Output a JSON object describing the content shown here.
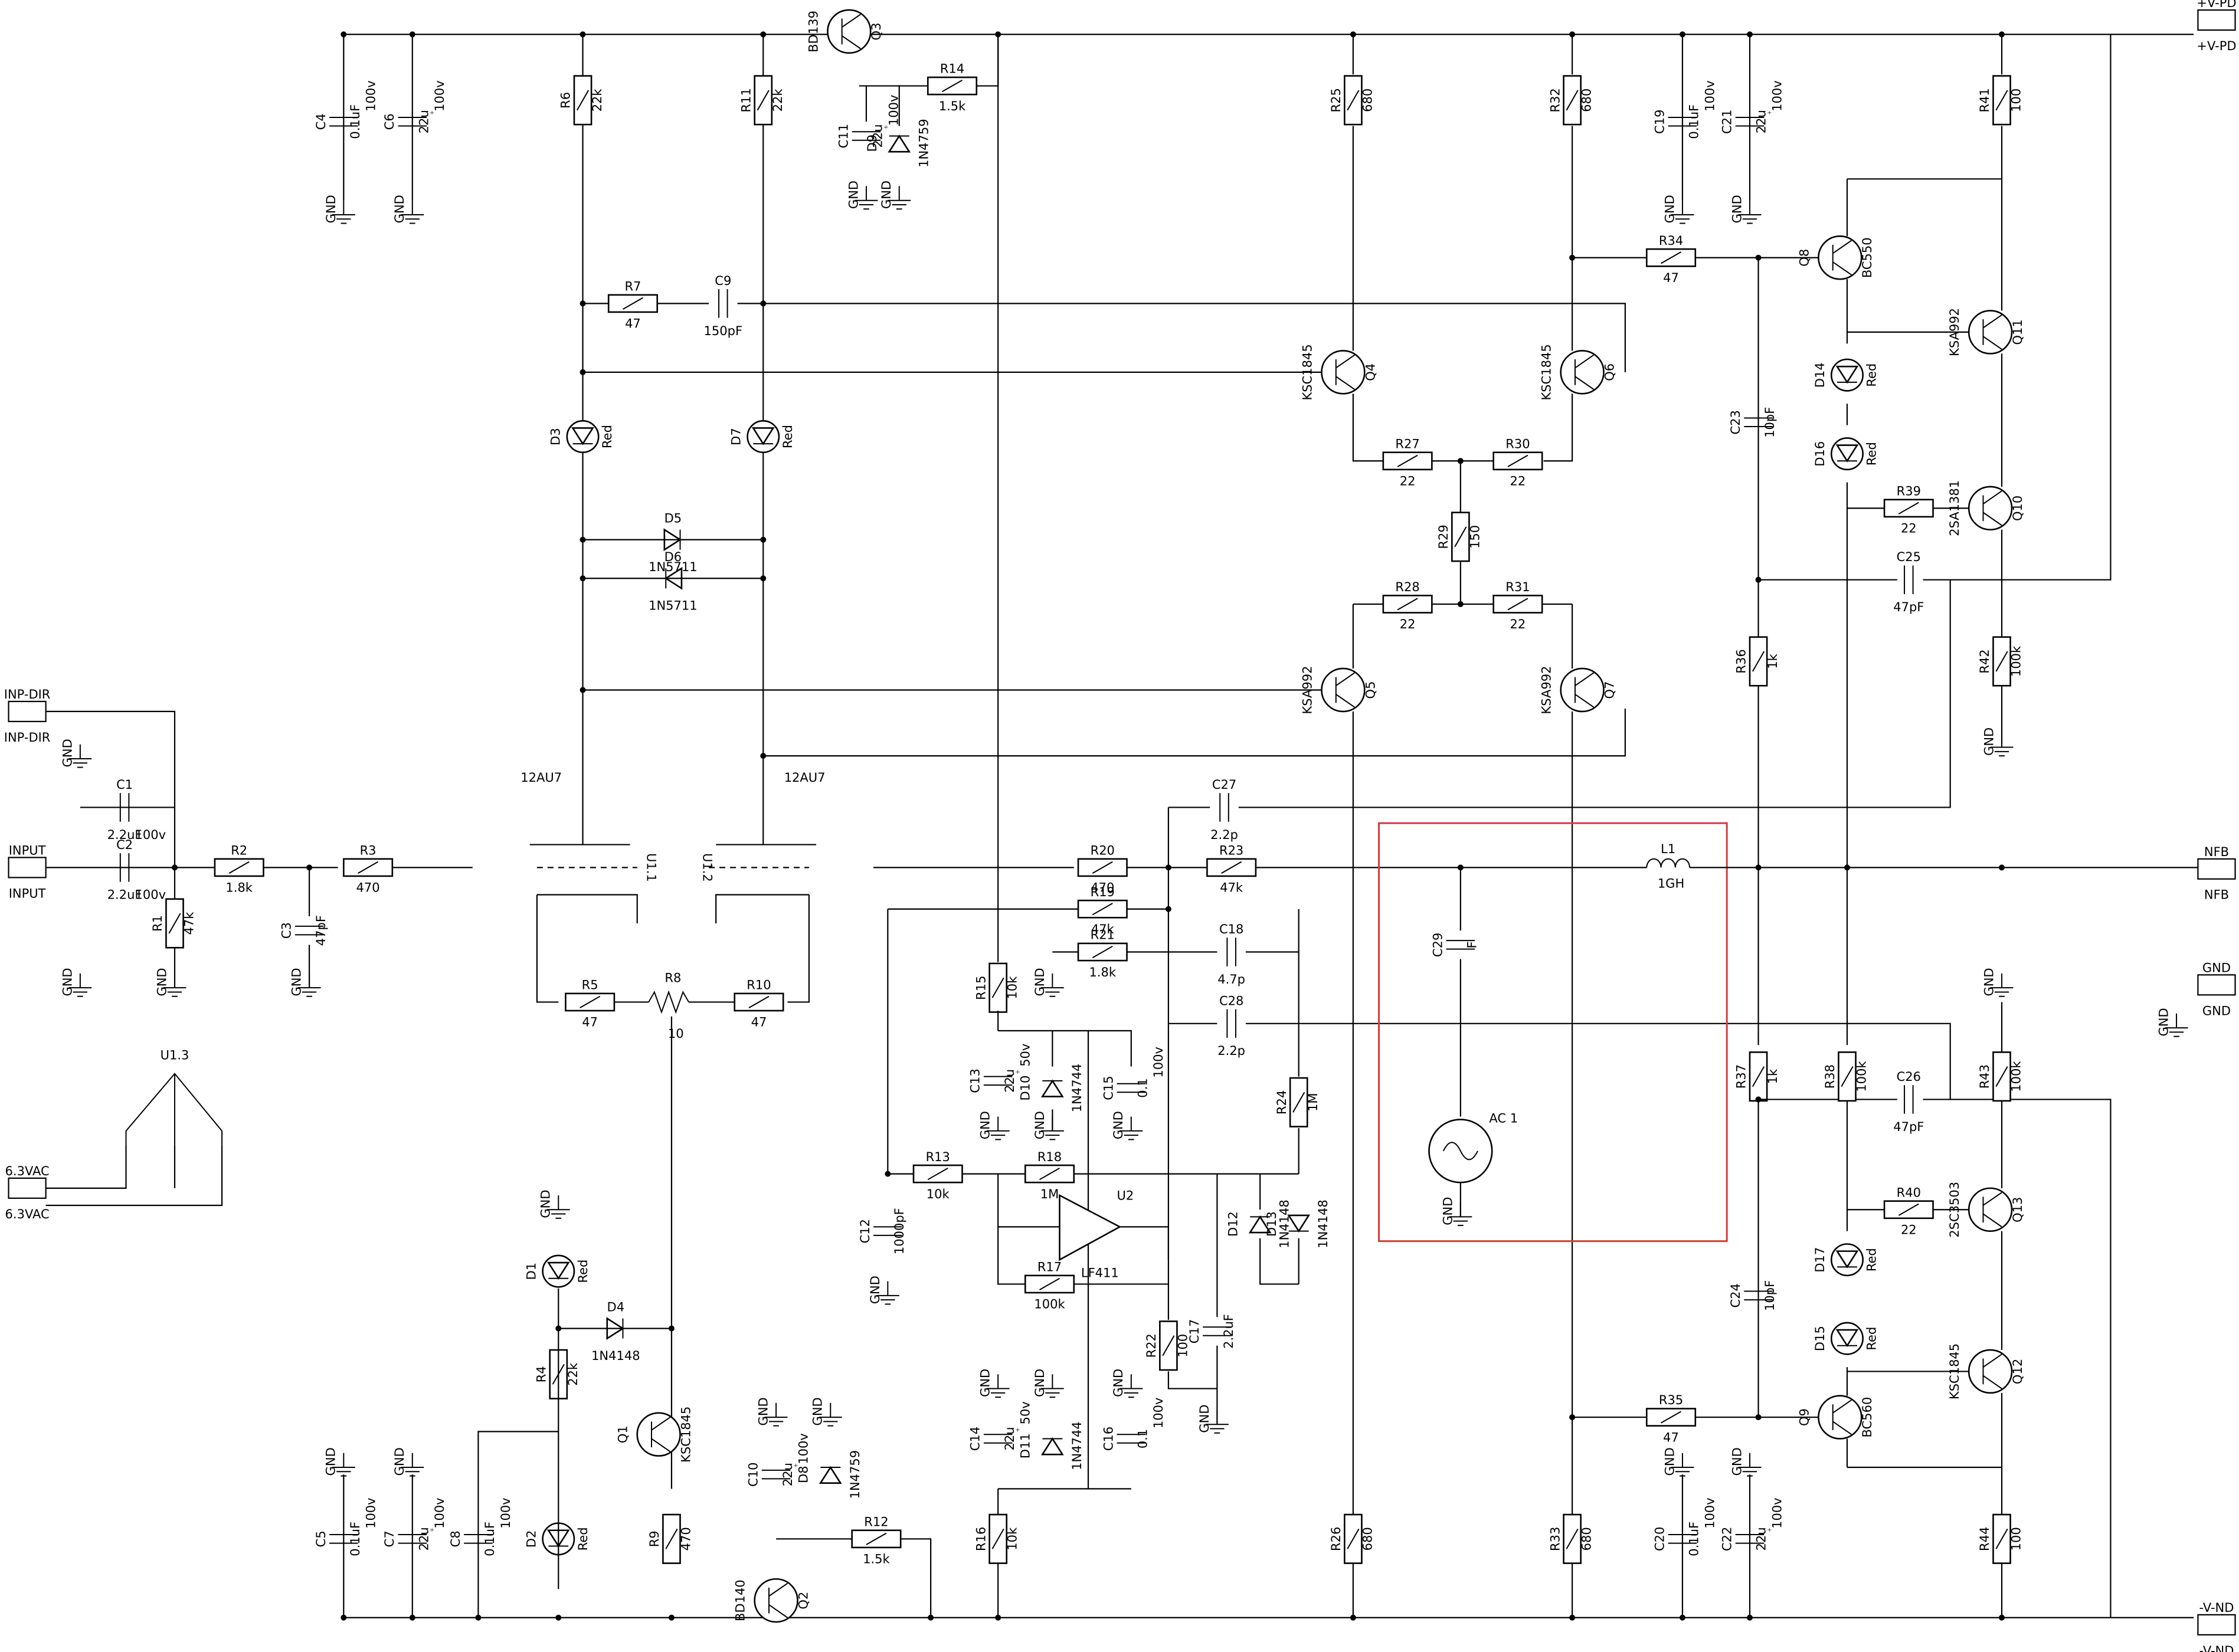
{
  "ports": [
    {
      "id": "vpd",
      "name": "+V-PD",
      "name2": "+V-PD"
    },
    {
      "id": "vnd",
      "name": "-V-ND",
      "name2": "-V-ND"
    },
    {
      "id": "nfb",
      "name": "NFB",
      "name2": "NFB"
    },
    {
      "id": "gnd",
      "name": "GND",
      "name2": "GND"
    },
    {
      "id": "inpdir",
      "name": "INP-DIR",
      "name2": "INP-DIR"
    },
    {
      "id": "input",
      "name": "INPUT",
      "name2": "INPUT"
    },
    {
      "id": "vac",
      "name": "6.3VAC",
      "name2": "6.3VAC"
    }
  ],
  "resistors": [
    {
      "ref": "R1",
      "value": "47k"
    },
    {
      "ref": "R2",
      "value": "1.8k"
    },
    {
      "ref": "R3",
      "value": "470"
    },
    {
      "ref": "R4",
      "value": "22k"
    },
    {
      "ref": "R5",
      "value": "47"
    },
    {
      "ref": "R6",
      "value": "22k"
    },
    {
      "ref": "R7",
      "value": "47"
    },
    {
      "ref": "R8",
      "value": "10"
    },
    {
      "ref": "R9",
      "value": "470"
    },
    {
      "ref": "R10",
      "value": "47"
    },
    {
      "ref": "R11",
      "value": "22k"
    },
    {
      "ref": "R12",
      "value": "1.5k"
    },
    {
      "ref": "R13",
      "value": "10k"
    },
    {
      "ref": "R14",
      "value": "1.5k"
    },
    {
      "ref": "R15",
      "value": "10k"
    },
    {
      "ref": "R16",
      "value": "10k"
    },
    {
      "ref": "R17",
      "value": "100k"
    },
    {
      "ref": "R18",
      "value": "1M"
    },
    {
      "ref": "R19",
      "value": "47k"
    },
    {
      "ref": "R20",
      "value": "470"
    },
    {
      "ref": "R21",
      "value": "1.8k"
    },
    {
      "ref": "R22",
      "value": "100"
    },
    {
      "ref": "R23",
      "value": "47k"
    },
    {
      "ref": "R24",
      "value": "1M"
    },
    {
      "ref": "R25",
      "value": "680"
    },
    {
      "ref": "R26",
      "value": "680"
    },
    {
      "ref": "R27",
      "value": "22"
    },
    {
      "ref": "R28",
      "value": "22"
    },
    {
      "ref": "R29",
      "value": "150"
    },
    {
      "ref": "R30",
      "value": "22"
    },
    {
      "ref": "R31",
      "value": "22"
    },
    {
      "ref": "R32",
      "value": "680"
    },
    {
      "ref": "R33",
      "value": "680"
    },
    {
      "ref": "R34",
      "value": "47"
    },
    {
      "ref": "R35",
      "value": "47"
    },
    {
      "ref": "R36",
      "value": "1k"
    },
    {
      "ref": "R37",
      "value": "1k"
    },
    {
      "ref": "R38",
      "value": "100k"
    },
    {
      "ref": "R39",
      "value": "22"
    },
    {
      "ref": "R40",
      "value": "22"
    },
    {
      "ref": "R41",
      "value": "100"
    },
    {
      "ref": "R42",
      "value": "100k"
    },
    {
      "ref": "R43",
      "value": "100k"
    },
    {
      "ref": "R44",
      "value": "100"
    }
  ],
  "capacitors": [
    {
      "ref": "C1",
      "value": "2.2uF",
      "rating": "100v"
    },
    {
      "ref": "C2",
      "value": "2.2uF",
      "rating": "100v"
    },
    {
      "ref": "C3",
      "value": "47pF"
    },
    {
      "ref": "C4",
      "value": "0.1uF",
      "rating": "100v"
    },
    {
      "ref": "C5",
      "value": "0.1uF",
      "rating": "100v"
    },
    {
      "ref": "C6",
      "value": "22u",
      "rating": "100v"
    },
    {
      "ref": "C7",
      "value": "22u",
      "rating": "100v"
    },
    {
      "ref": "C8",
      "value": "0.1uF",
      "rating": "100v"
    },
    {
      "ref": "C9",
      "value": "150pF"
    },
    {
      "ref": "C10",
      "value": "22u",
      "rating": "100v"
    },
    {
      "ref": "C11",
      "value": "22u",
      "rating": "100v"
    },
    {
      "ref": "C12",
      "value": "1000pF"
    },
    {
      "ref": "C13",
      "value": "22u",
      "rating": "50v"
    },
    {
      "ref": "C14",
      "value": "22u",
      "rating": "50v"
    },
    {
      "ref": "C15",
      "value": "0.1",
      "rating": "100v"
    },
    {
      "ref": "C16",
      "value": "0.1",
      "rating": "100v"
    },
    {
      "ref": "C17",
      "value": "2.2uF"
    },
    {
      "ref": "C18",
      "value": "4.7p"
    },
    {
      "ref": "C19",
      "value": "0.1uF",
      "rating": "100v"
    },
    {
      "ref": "C20",
      "value": "0.1uF",
      "rating": "100v"
    },
    {
      "ref": "C21",
      "value": "22u",
      "rating": "100v"
    },
    {
      "ref": "C22",
      "value": "22u",
      "rating": "100v"
    },
    {
      "ref": "C23",
      "value": "10pF"
    },
    {
      "ref": "C24",
      "value": "10pF"
    },
    {
      "ref": "C25",
      "value": "47pF"
    },
    {
      "ref": "C26",
      "value": "47pF"
    },
    {
      "ref": "C27",
      "value": "2.2p"
    },
    {
      "ref": "C28",
      "value": "2.2p"
    },
    {
      "ref": "C29",
      "value": "F"
    }
  ],
  "transistors": [
    {
      "ref": "Q1",
      "part": "KSC1845"
    },
    {
      "ref": "Q2",
      "part": "BD140"
    },
    {
      "ref": "Q3",
      "part": "BD139"
    },
    {
      "ref": "Q4",
      "part": "KSC1845"
    },
    {
      "ref": "Q5",
      "part": "KSA992"
    },
    {
      "ref": "Q6",
      "part": "KSC1845"
    },
    {
      "ref": "Q7",
      "part": "KSA992"
    },
    {
      "ref": "Q8",
      "part": "BC550"
    },
    {
      "ref": "Q9",
      "part": "BC560"
    },
    {
      "ref": "Q10",
      "part": "2SA1381"
    },
    {
      "ref": "Q11",
      "part": "KSA992"
    },
    {
      "ref": "Q12",
      "part": "KSC1845"
    },
    {
      "ref": "Q13",
      "part": "2SC3503"
    }
  ],
  "diodes": [
    {
      "ref": "D1",
      "part": "Red"
    },
    {
      "ref": "D2",
      "part": "Red"
    },
    {
      "ref": "D3",
      "part": "Red"
    },
    {
      "ref": "D4",
      "part": "1N4148"
    },
    {
      "ref": "D5",
      "part": "1N5711"
    },
    {
      "ref": "D6",
      "part": "1N5711"
    },
    {
      "ref": "D7",
      "part": "Red"
    },
    {
      "ref": "D8",
      "part": "1N4759"
    },
    {
      "ref": "D9",
      "part": "1N4759"
    },
    {
      "ref": "D10",
      "part": "1N4744"
    },
    {
      "ref": "D11",
      "part": "1N4744"
    },
    {
      "ref": "D12",
      "part": "1N4148"
    },
    {
      "ref": "D13",
      "part": "1N4148"
    },
    {
      "ref": "D14",
      "part": "Red"
    },
    {
      "ref": "D15",
      "part": "Red"
    },
    {
      "ref": "D16",
      "part": "Red"
    },
    {
      "ref": "D17",
      "part": "Red"
    }
  ],
  "ics": {
    "tube_a": "U1.1",
    "tube_b": "U1.2",
    "tube_heater": "U1.3",
    "tube_part": "12AU7",
    "opamp": "U2",
    "opamp_part": "LF411"
  },
  "inductor": {
    "ref": "L1",
    "value": "1GH"
  },
  "source": {
    "ref": "AC 1"
  },
  "gnd_label": "GND",
  "highlight_color": "#d23b3b"
}
